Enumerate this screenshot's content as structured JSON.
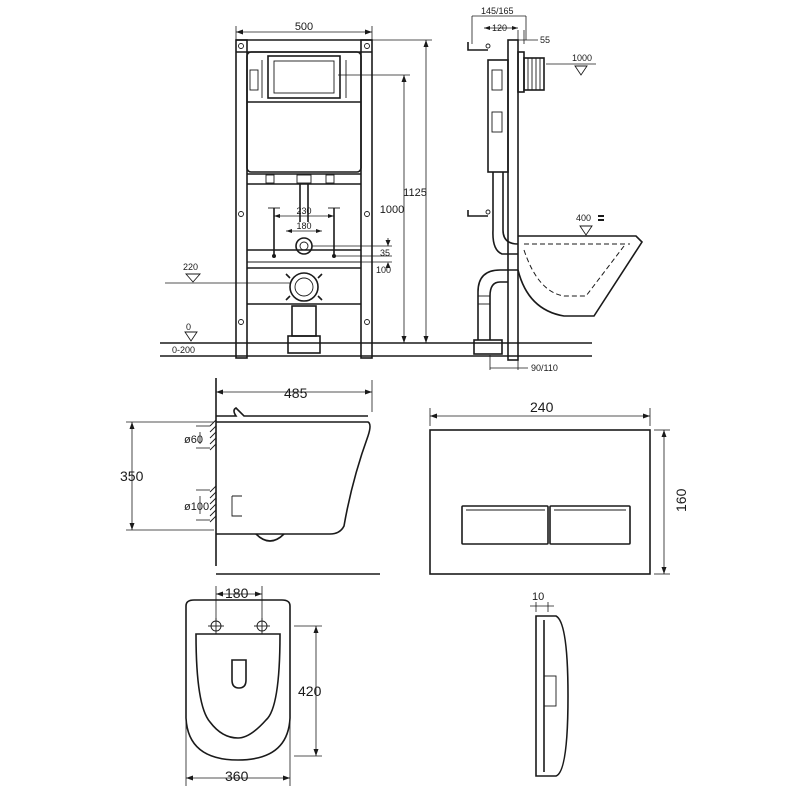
{
  "frame_front": {
    "width": "500",
    "height_total": "1125",
    "height_frame": "1000",
    "spacing_outer": "230",
    "spacing_inner": "180",
    "offset_35": "35",
    "offset_100": "100",
    "outlet_height": "220",
    "floor_zero": "0",
    "floor_range": "0-200"
  },
  "frame_side": {
    "depth_range": "145/165",
    "depth_inner": "120",
    "plate_offset": "55",
    "top_height": "1000",
    "bowl_height": "400",
    "bottom_depth": "90/110"
  },
  "toilet_side": {
    "length": "485",
    "height": "350",
    "inlet_diameter": "ø60",
    "outlet_diameter": "ø100"
  },
  "flush_plate": {
    "width": "240",
    "height": "160",
    "thickness": "10"
  },
  "toilet_top": {
    "bolt_spacing": "180",
    "length": "420",
    "width": "360"
  }
}
